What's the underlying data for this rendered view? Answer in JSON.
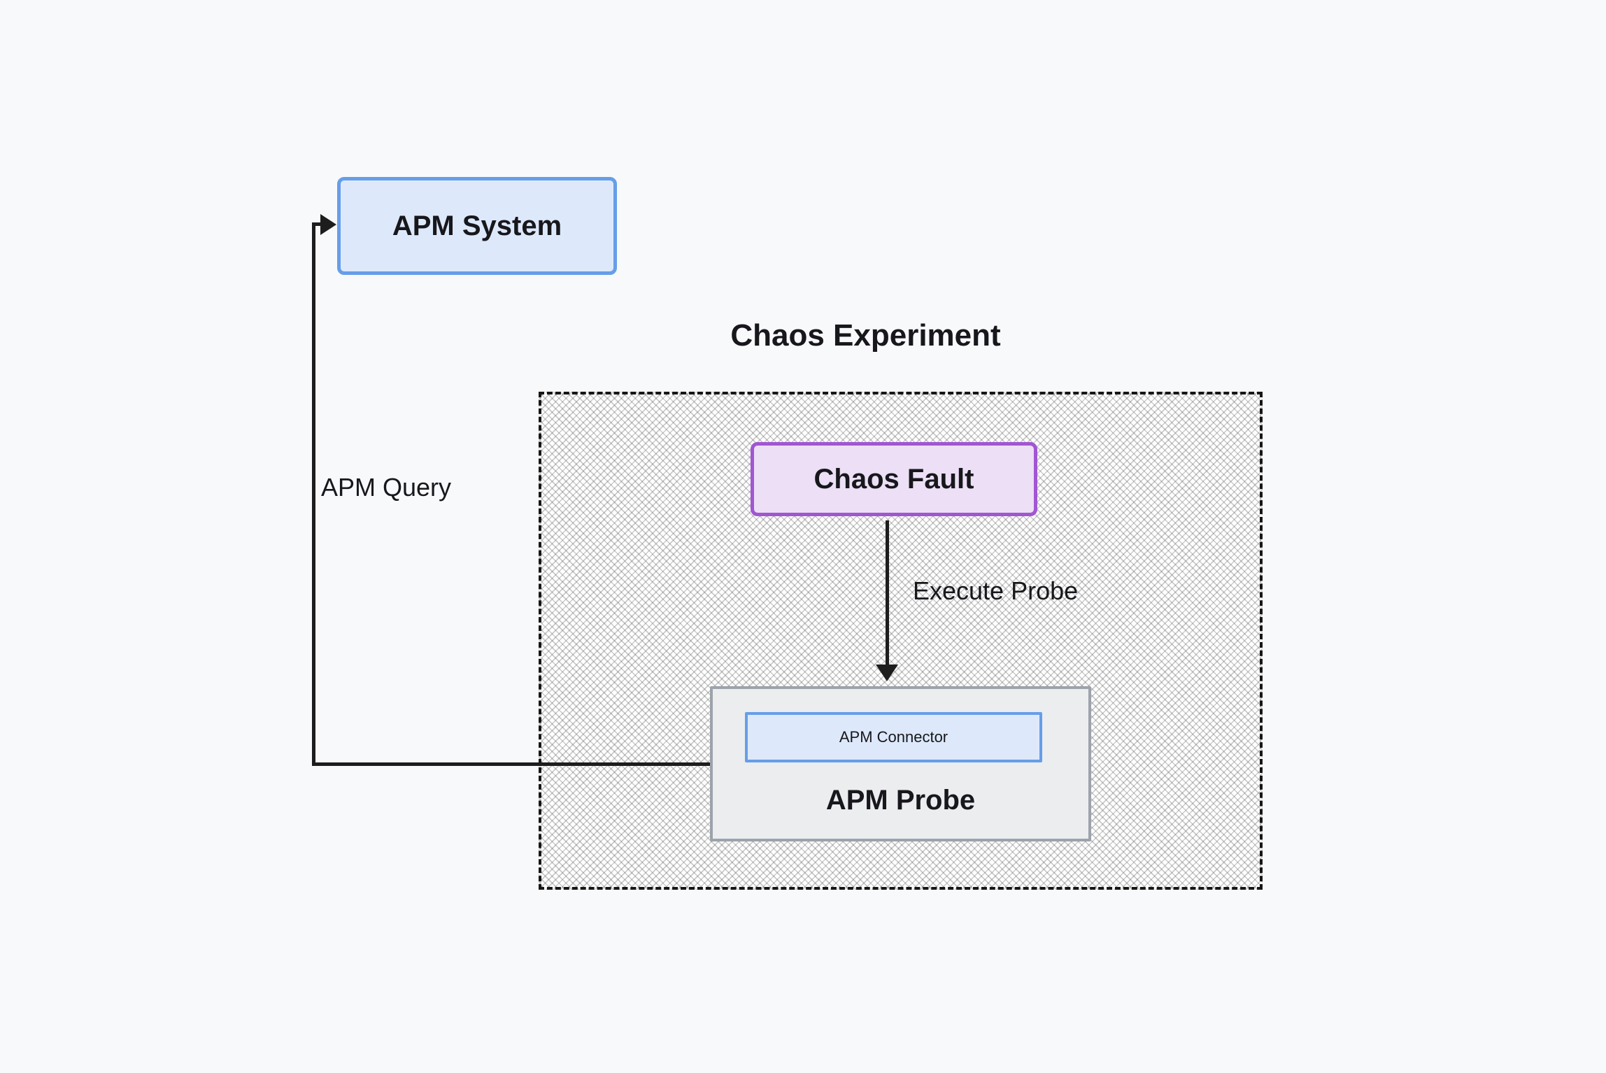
{
  "diagram": {
    "group": {
      "title": "Chaos Experiment"
    },
    "nodes": {
      "apm_system": {
        "label": "APM System"
      },
      "chaos_fault": {
        "label": "Chaos Fault"
      },
      "apm_probe": {
        "label": "APM Probe"
      },
      "apm_connector": {
        "label": "APM Connector"
      }
    },
    "edges": {
      "apm_query": {
        "label": "APM Query"
      },
      "execute_probe": {
        "label": "Execute Probe"
      }
    }
  },
  "colors": {
    "bg": "#f8f9fb",
    "blue-border": "#669ee8",
    "blue-fill": "#dde9fa",
    "purple-border": "#a156d2",
    "purple-fill": "#ecdff6",
    "gray-border": "#9da3ab",
    "gray-fill": "#ebedef",
    "line": "#1d1d1d",
    "text": "#17171c"
  }
}
